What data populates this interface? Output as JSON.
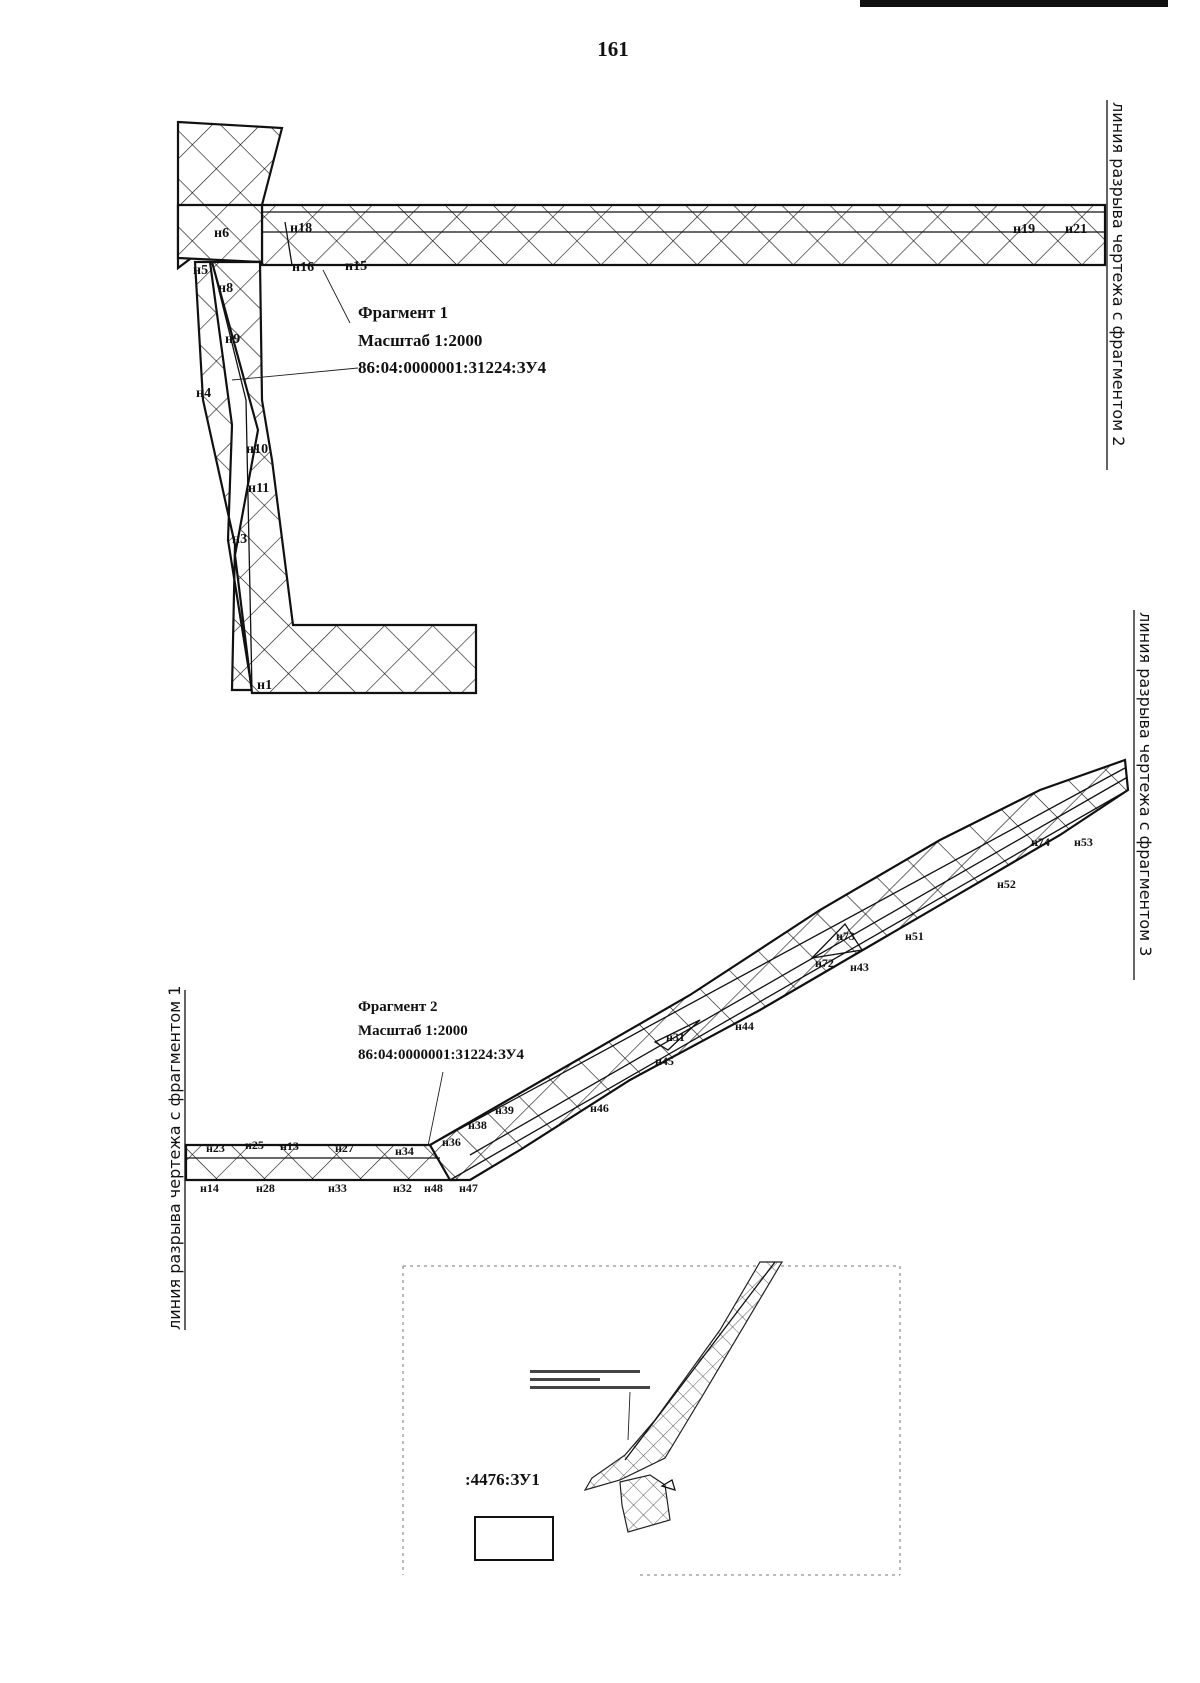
{
  "page_number": "161",
  "break_lines": {
    "to_fragment_2": "линия разрыва чертежа с фрагментом 2",
    "to_fragment_3": "линия разрыва чертежа с фрагментом 3",
    "to_fragment_1": "линия разрыва чертежа с фрагментом 1"
  },
  "fragment_1": {
    "title": "Фрагмент 1",
    "scale": "Масштаб 1:2000",
    "parcel": "86:04:0000001:31224:ЗУ4",
    "points": [
      "н6",
      "н18",
      "н5",
      "н16",
      "н15",
      "н8",
      "н9",
      "н4",
      "н10",
      "н11",
      "н3",
      "н1",
      "н19",
      "н21"
    ]
  },
  "fragment_2": {
    "title": "Фрагмент 2",
    "scale": "Масштаб 1:2000",
    "parcel": "86:04:0000001:31224:ЗУ4",
    "points": [
      "н74",
      "н53",
      "н52",
      "н73",
      "н51",
      "н72",
      "н43",
      "н31",
      "н44",
      "н45",
      "н39",
      "н46",
      "н38",
      "н23",
      "н25",
      "н13",
      "н27",
      "н34",
      "н36",
      "н14",
      "н28",
      "н33",
      "н32",
      "н48",
      "н47"
    ]
  },
  "inset": {
    "parcel_label": ":4476:ЗУ1"
  }
}
